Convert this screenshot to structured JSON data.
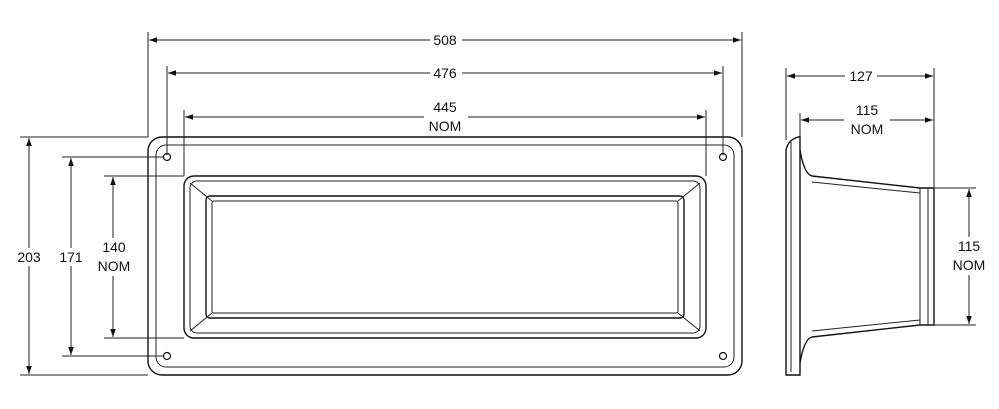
{
  "front_view": {
    "overall_width": "508",
    "flange_hole_width": "476",
    "opening_width": {
      "value": "445",
      "note": "NOM"
    },
    "overall_height": "203",
    "flange_hole_height": "171",
    "opening_height": {
      "value": "140",
      "note": "NOM"
    }
  },
  "side_view": {
    "overall_depth": "127",
    "body_depth": {
      "value": "115",
      "note": "NOM"
    },
    "outlet_height": {
      "value": "115",
      "note": "NOM"
    }
  }
}
